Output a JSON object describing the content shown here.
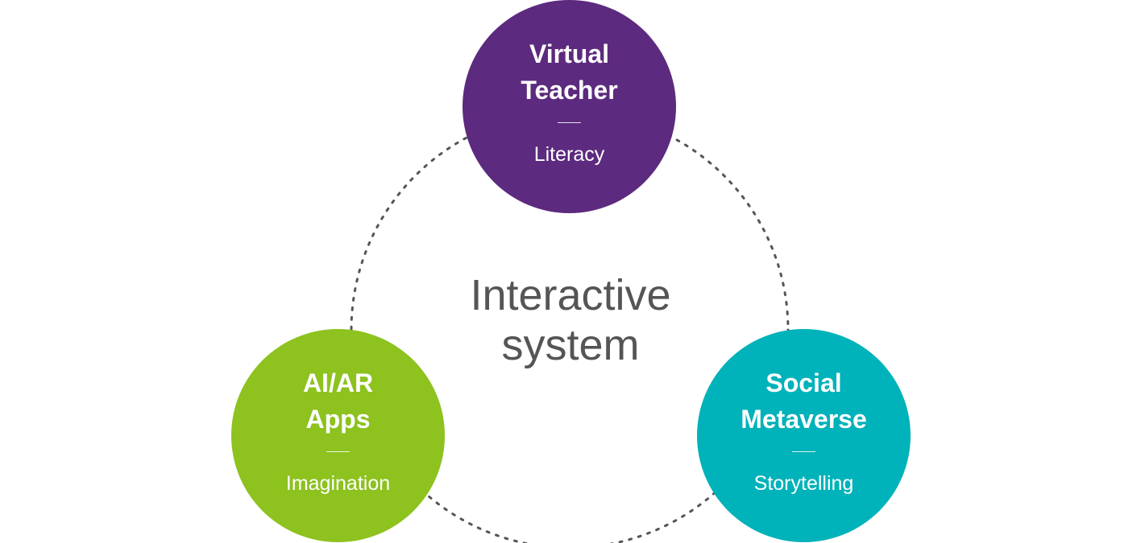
{
  "center": {
    "line1": "Interactive",
    "line2": "system"
  },
  "nodes": [
    {
      "title_line1": "Virtual",
      "title_line2": "Teacher",
      "subtitle": "Literacy",
      "color": "#5C2A7E"
    },
    {
      "title_line1": "AI/AR",
      "title_line2": "Apps",
      "subtitle": "Imagination",
      "color": "#8DC21F"
    },
    {
      "title_line1": "Social",
      "title_line2": "Metaverse",
      "subtitle": "Storytelling",
      "color": "#00B2B9"
    }
  ],
  "colors": {
    "ring": "#555555",
    "center_text": "#555555"
  }
}
